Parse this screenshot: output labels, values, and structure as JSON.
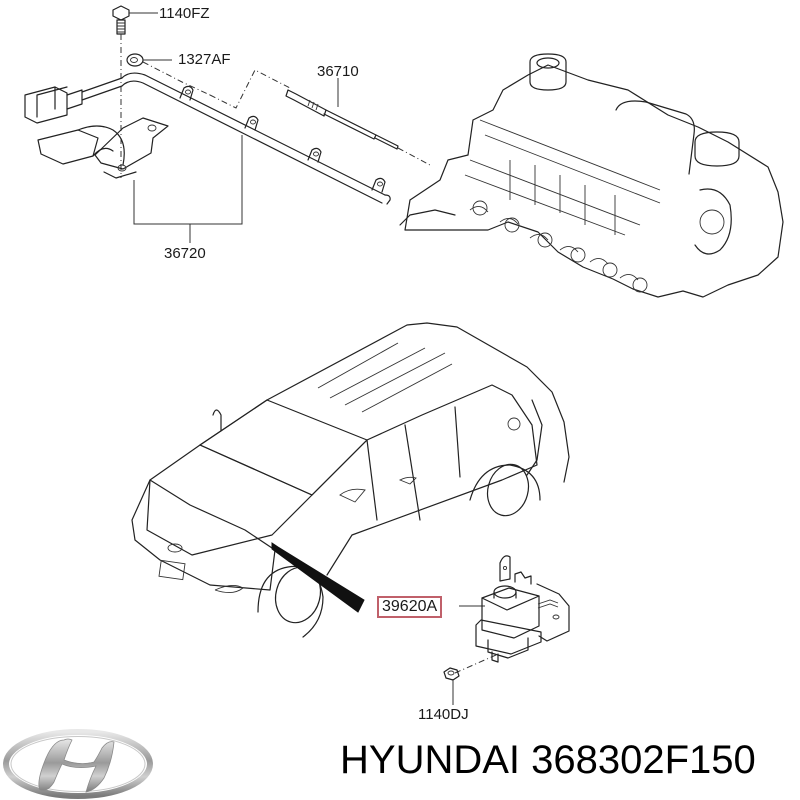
{
  "diagram": {
    "type": "exploded-parts-diagram",
    "brand": "HYUNDAI",
    "part_number": "368302F150",
    "title_text": "HYUNDAI 368302F150",
    "callouts": [
      {
        "id": "1140FZ",
        "label": "1140FZ",
        "describes": "bolt"
      },
      {
        "id": "1327AF",
        "label": "1327AF",
        "describes": "nut"
      },
      {
        "id": "36710",
        "label": "36710",
        "describes": "glow plug"
      },
      {
        "id": "36720",
        "label": "36720",
        "describes": "glow plug wiring harness / bracket"
      },
      {
        "id": "39620A",
        "label": "39620A",
        "describes": "glow relay unit",
        "highlighted": true
      },
      {
        "id": "1140DJ",
        "label": "1140DJ",
        "describes": "nut"
      }
    ],
    "illustrations": [
      "engine-cylinder-head",
      "glow-plug-harness",
      "suv-vehicle",
      "glow-relay-module",
      "hyundai-logo"
    ],
    "colors": {
      "line": "#222222",
      "highlight_box": "#c0606a",
      "background": "#ffffff",
      "logo_silver": "#a8a8a8"
    }
  }
}
